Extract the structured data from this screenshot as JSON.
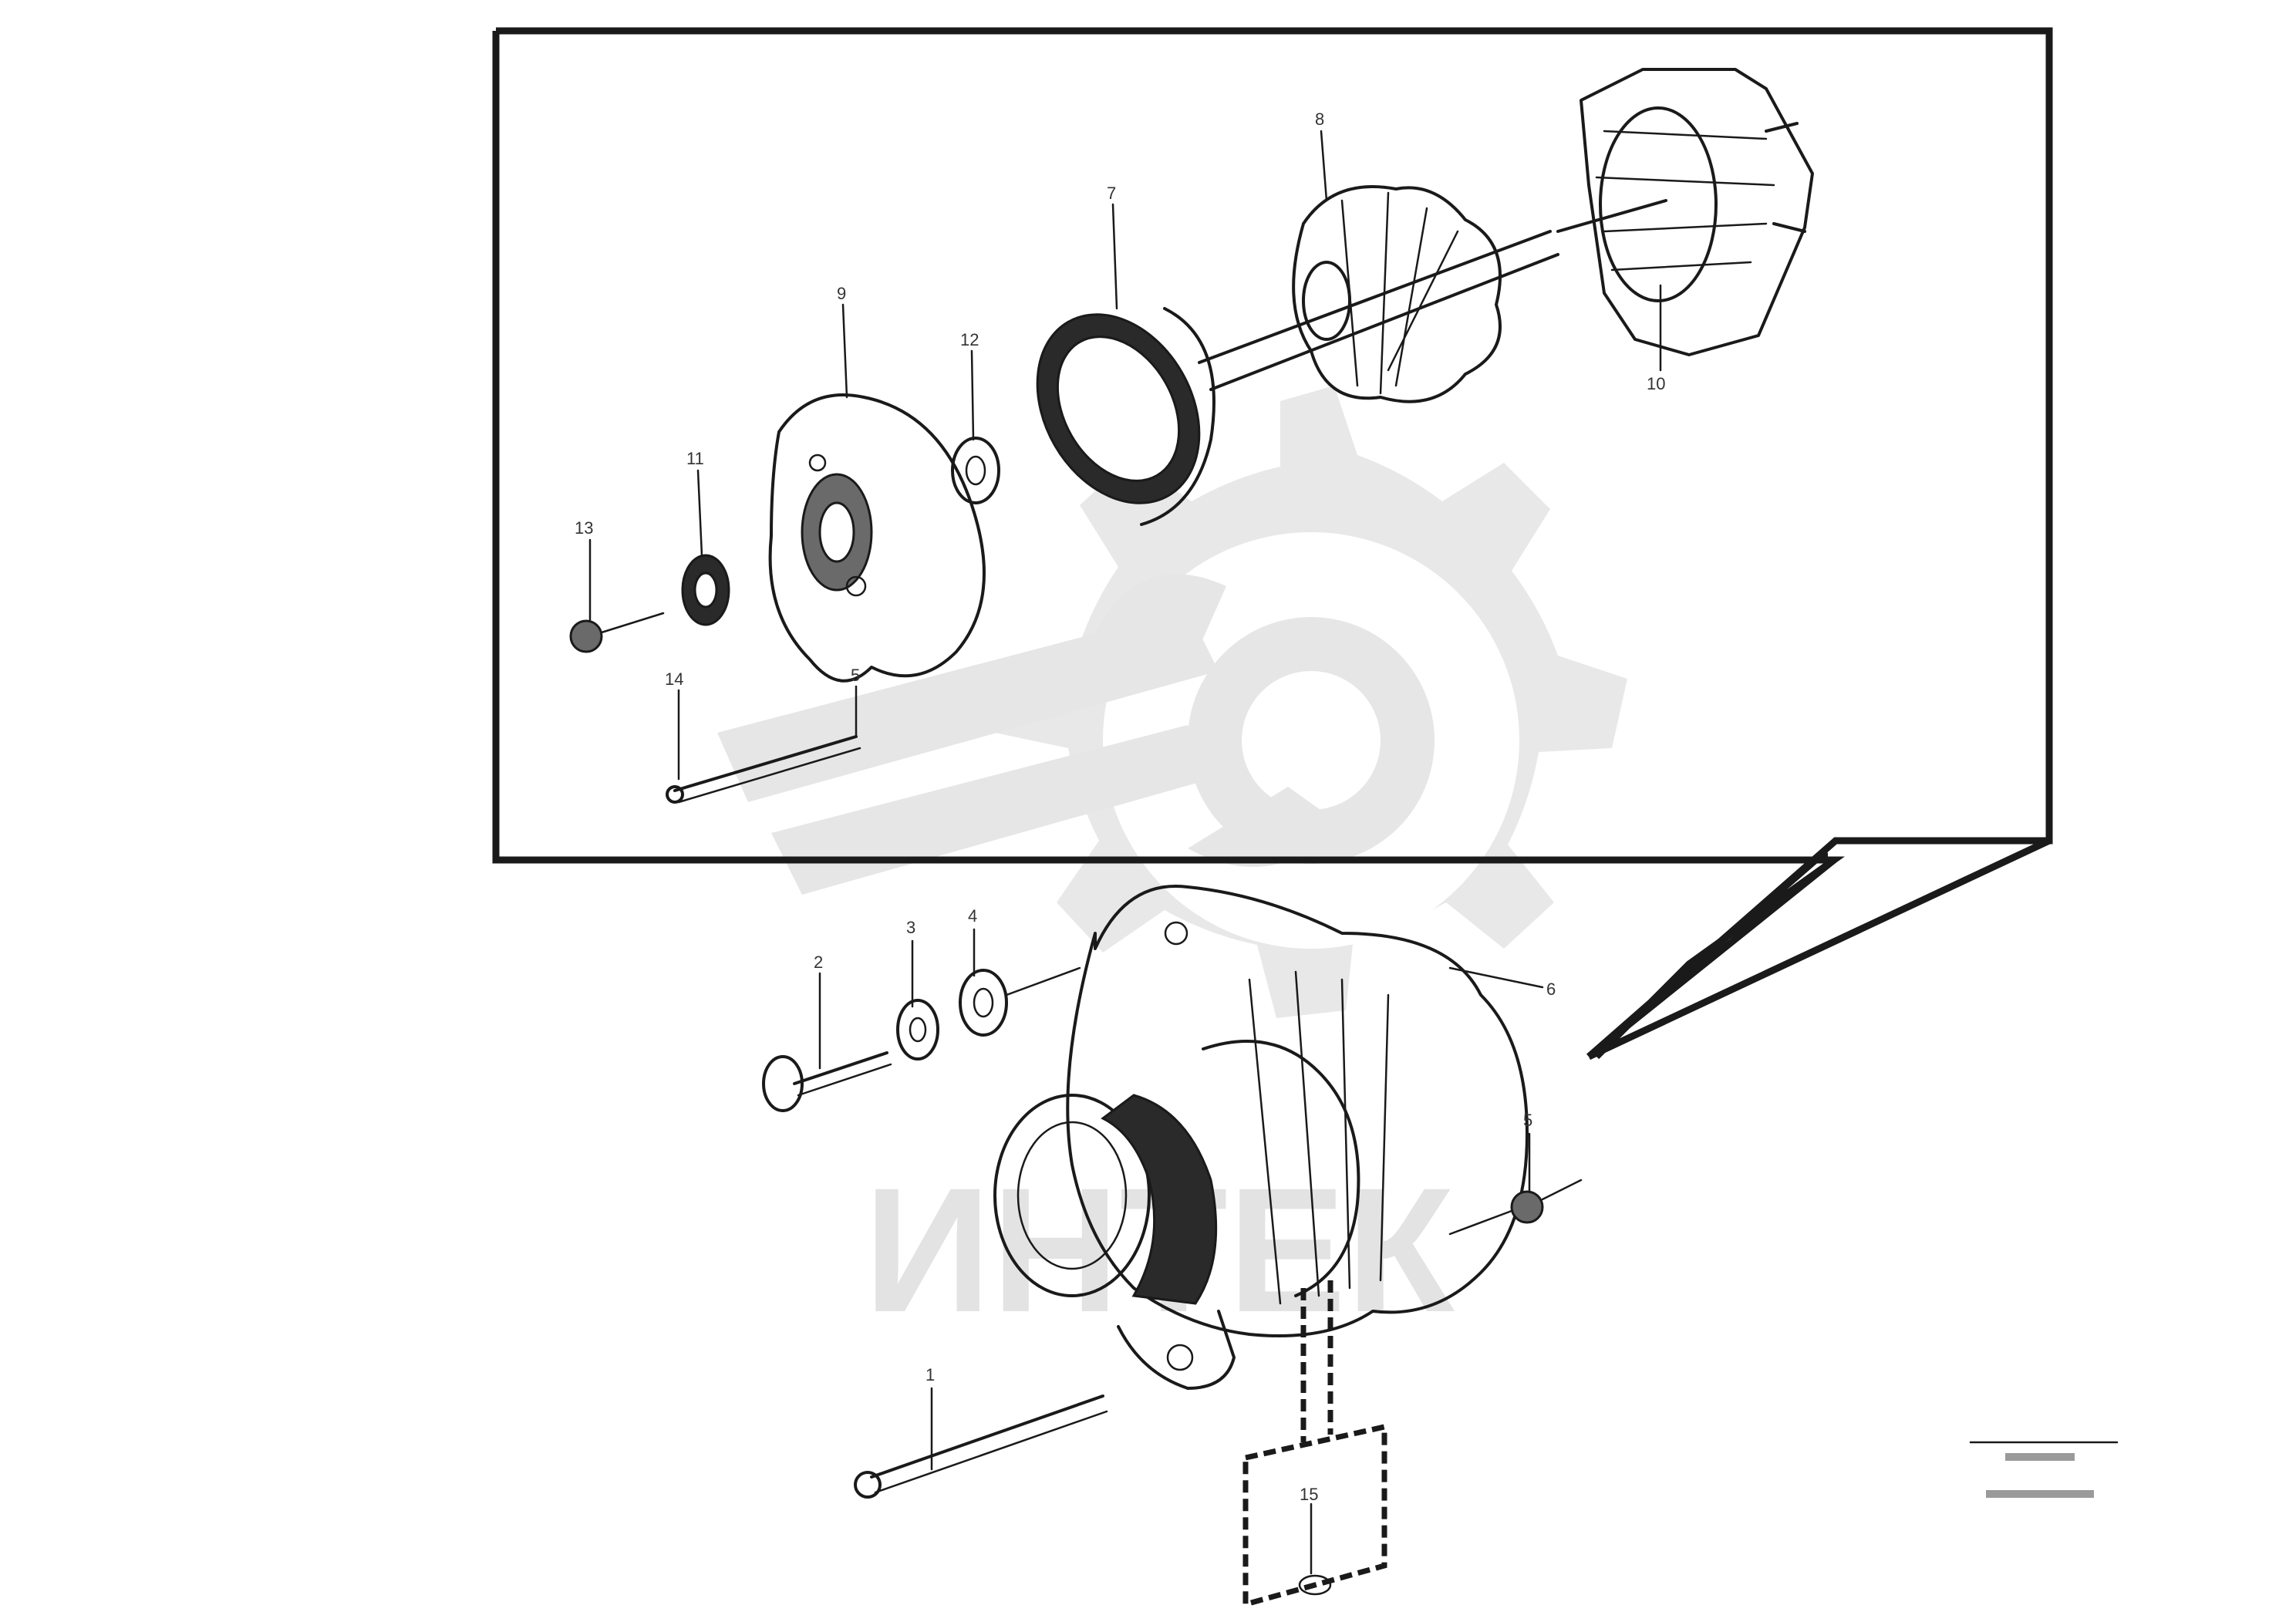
{
  "diagram": {
    "callouts": [
      {
        "id": "c1",
        "label": "1"
      },
      {
        "id": "c2",
        "label": "2"
      },
      {
        "id": "c3",
        "label": "3"
      },
      {
        "id": "c4",
        "label": "4"
      },
      {
        "id": "c5",
        "label": "5"
      },
      {
        "id": "c6",
        "label": "6"
      },
      {
        "id": "c7",
        "label": "7"
      },
      {
        "id": "c8",
        "label": "8"
      },
      {
        "id": "c9",
        "label": "9"
      },
      {
        "id": "c10",
        "label": "10"
      },
      {
        "id": "c11",
        "label": "11"
      },
      {
        "id": "c12",
        "label": "12"
      },
      {
        "id": "c13",
        "label": "13"
      },
      {
        "id": "c14",
        "label": "14"
      },
      {
        "id": "c15",
        "label": "15"
      },
      {
        "id": "c16",
        "label": "5"
      }
    ],
    "reference_block": {
      "line1": "",
      "line2": ""
    },
    "watermark": {
      "text": "ИНТЕК",
      "color": "#e3e3e3"
    }
  }
}
